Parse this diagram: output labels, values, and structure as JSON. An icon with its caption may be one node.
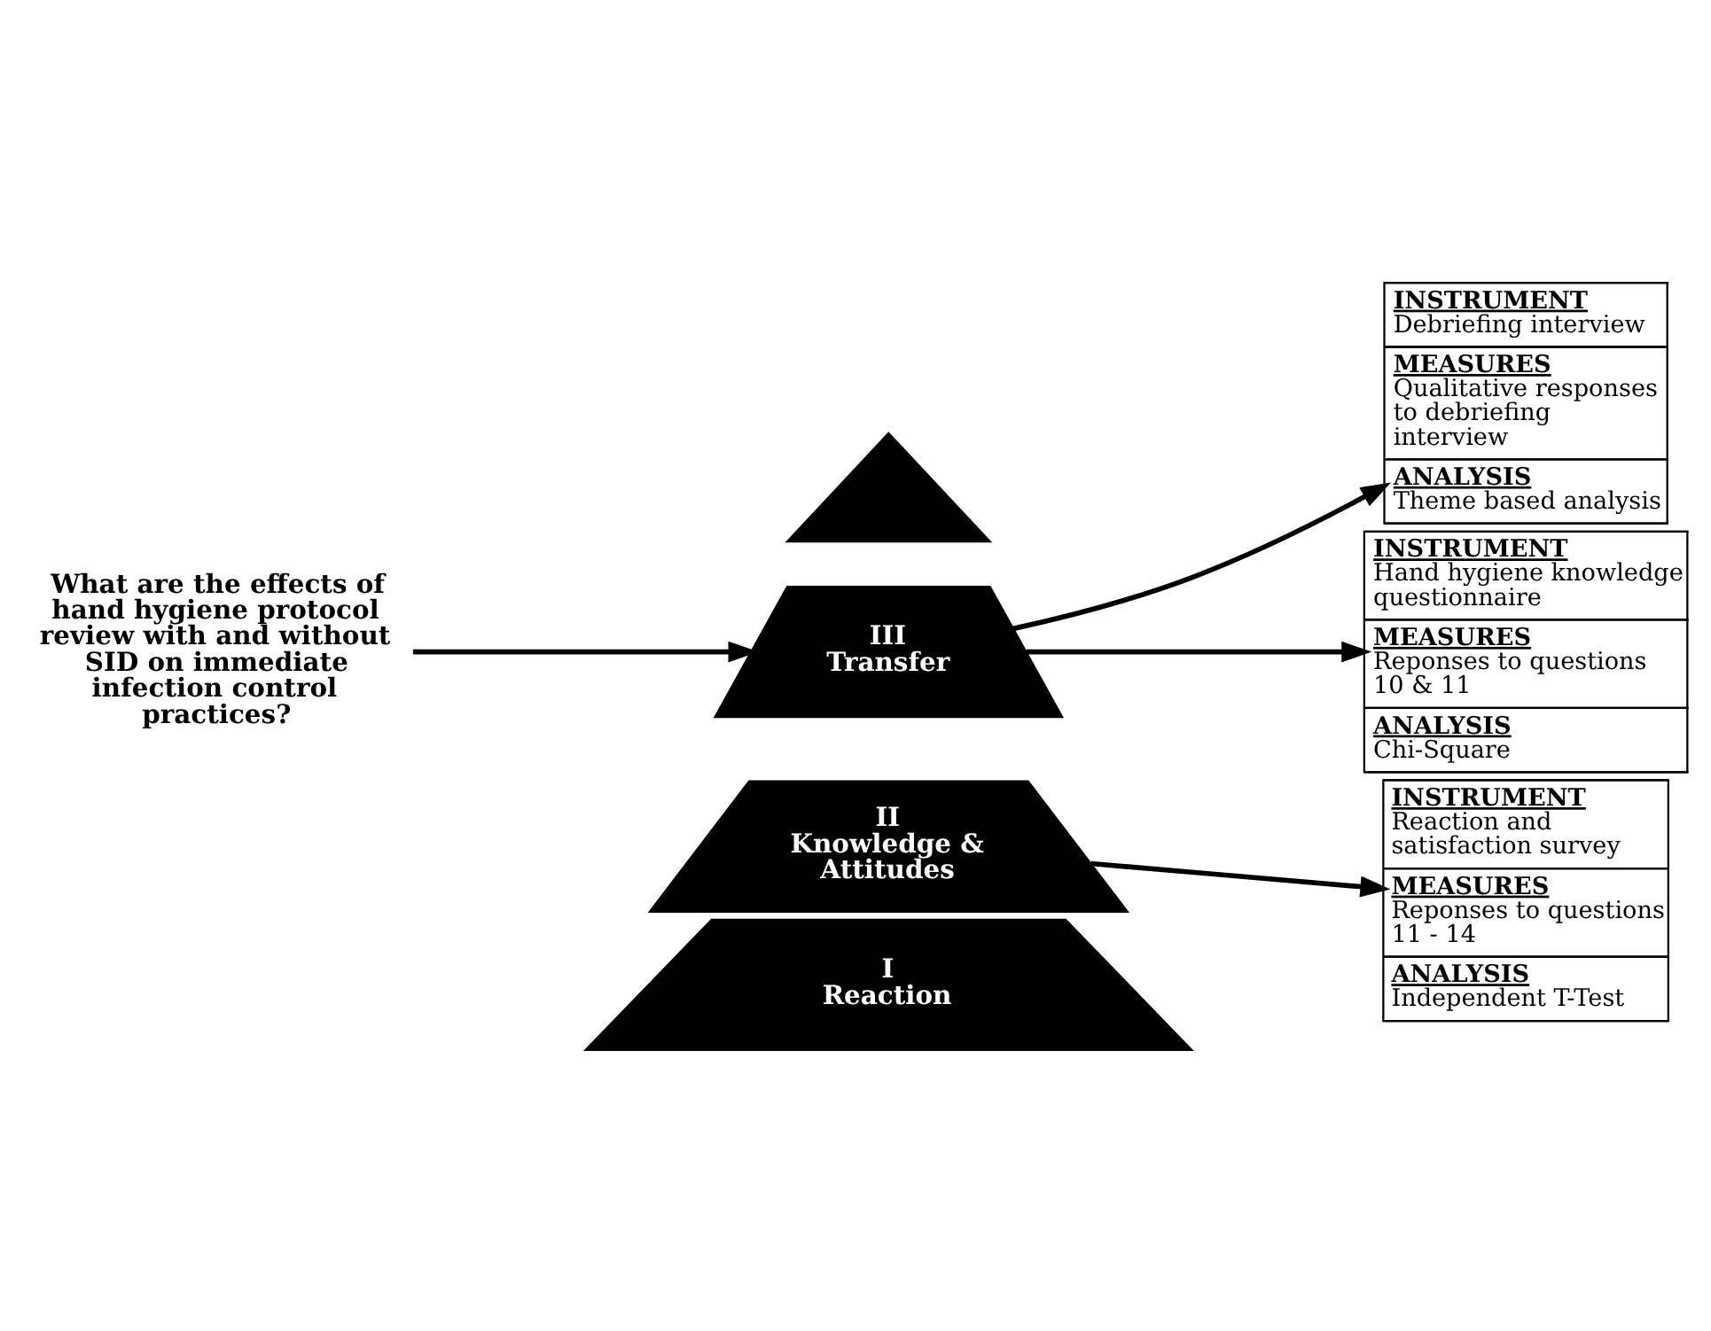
{
  "diagram": {
    "nodes": [
      {
        "text": [
          "What are the effects of hand hygiene protocol review with and without SID on immediate infection control practices?"
        ]
      },
      {
        "text": [],
        "shape": "triangle"
      },
      {
        "text": [
          "III",
          "Transfer"
        ]
      },
      {
        "text": [
          "II",
          "Knowledge & Attitudes"
        ]
      },
      {
        "text": [
          "I",
          "Reaction"
        ]
      },
      {
        "text": [
          "INSTRUMENT",
          "Debriefing interview",
          "MEASURES",
          "Qualitative responses to debriefing interview",
          "ANALYSIS",
          "Theme based analysis"
        ]
      },
      {
        "text": [
          "INSTRUMENT",
          "Hand hygiene knowledge questionnaire",
          "MEASURES",
          "Reponses to questions 10 & 11",
          "ANALYSIS",
          "Chi-Square"
        ]
      },
      {
        "text": [
          "INSTRUMENT",
          "Reaction and satisfaction survey",
          "MEASURES",
          "Reponses to questions 11 - 14",
          "ANALYSIS",
          "Independent T-Test"
        ]
      }
    ],
    "edges": [
      {
        "from": 0,
        "to": 2,
        "arrow": "to"
      },
      {
        "from": 2,
        "to": 5,
        "arrow": "to"
      },
      {
        "from": 2,
        "to": 6,
        "arrow": "to"
      },
      {
        "from": 3,
        "to": 7,
        "arrow": "to"
      }
    ]
  }
}
